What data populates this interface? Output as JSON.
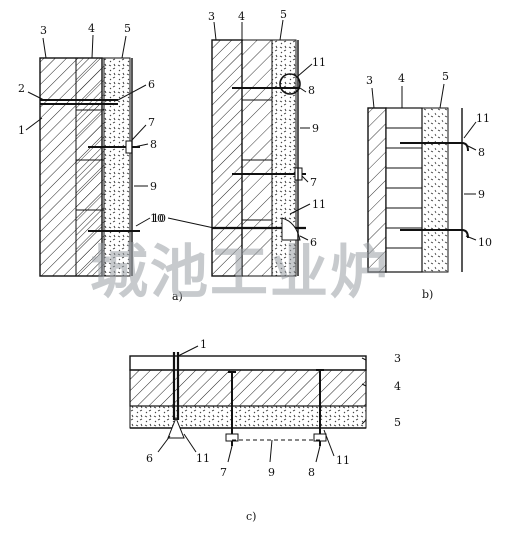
{
  "figure": {
    "panels": {
      "a": {
        "caption": "a)",
        "labels": [
          "1",
          "2",
          "3",
          "4",
          "5",
          "6",
          "7",
          "8",
          "9",
          "10",
          "3",
          "4",
          "5",
          "11",
          "8",
          "9",
          "7",
          "11",
          "6"
        ]
      },
      "b": {
        "caption": "b)",
        "labels": [
          "3",
          "4",
          "5",
          "11",
          "8",
          "9",
          "10"
        ]
      },
      "c": {
        "caption": "c)",
        "labels": [
          "1",
          "3",
          "4",
          "5",
          "6",
          "11",
          "7",
          "9",
          "8",
          "11"
        ]
      }
    },
    "watermark": "城池工业炉"
  }
}
